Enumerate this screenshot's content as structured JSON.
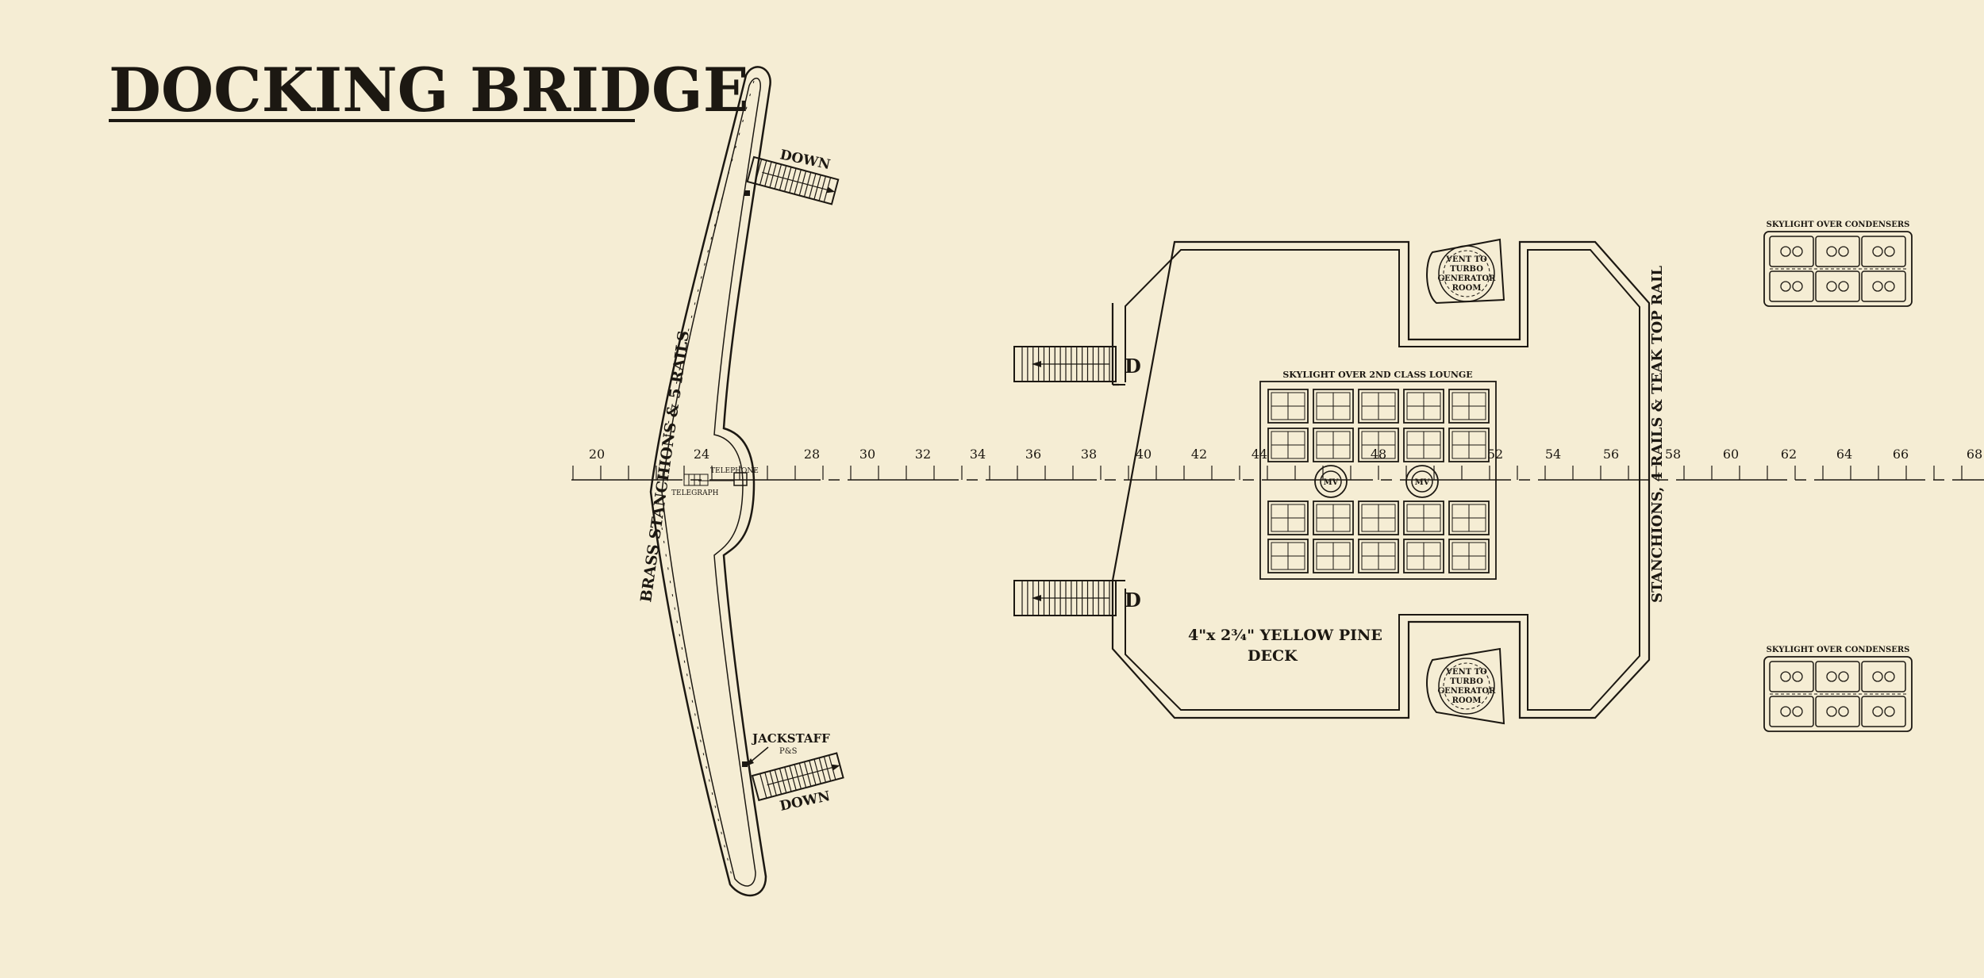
{
  "title": "DOCKING BRIDGE",
  "frame_numbers": [
    "20",
    "24",
    "28",
    "30",
    "32",
    "34",
    "36",
    "38",
    "40",
    "42",
    "44",
    "48",
    "52",
    "54",
    "56",
    "58",
    "60",
    "62",
    "64",
    "66",
    "68"
  ],
  "labels": {
    "brass_rails": "BRASS  STANCHIONS & 5 RAILS",
    "teak_rails": "STANCHIONS, 4 RAILS & TEAK TOP RAIL",
    "down_top": "DOWN",
    "down_bottom": "DOWN",
    "telephone": "TELEPHONE",
    "telegraph": "TELEGRAPH",
    "jackstaff": "JACKSTAFF",
    "jackstaff_ps": "P&S",
    "stair_d_top": "D",
    "stair_d_bottom": "D",
    "vent_lines": [
      "VENT TO",
      "TURBO",
      "GENERATOR",
      "ROOM"
    ],
    "skylight_lounge": "SKYLIGHT OVER 2ND CLASS LOUNGE",
    "skylight_condensers": "SKYLIGHT OVER CONDENSERS",
    "mv": "MV",
    "deck_line1": "4\"x 2¾\" YELLOW PINE",
    "deck_line2": "DECK"
  },
  "colors": {
    "paper": "#f5edd4",
    "ink": "#1c1812"
  }
}
